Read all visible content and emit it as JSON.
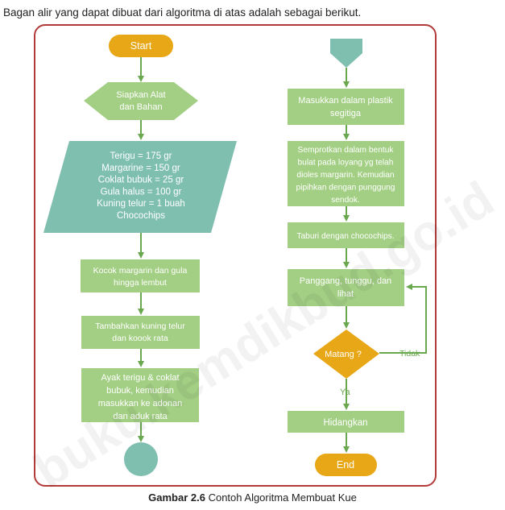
{
  "intro_text": "Bagan alir yang dapat dibuat dari algoritma di atas adalah sebagai berikut.",
  "caption": {
    "bold": "Gambar 2.6",
    "text": "Contoh Algoritma Membuat Kue"
  },
  "colors": {
    "frame": "#b33a3a",
    "green": "#a3cf84",
    "teal": "#7fbfb0",
    "orange": "#e8a716",
    "arrow": "#6aa84f"
  },
  "nodes": {
    "start": {
      "text": [
        "Start"
      ]
    },
    "prep": {
      "text": [
        "Siapkan Alat",
        "dan Bahan"
      ]
    },
    "ingredients": {
      "text": [
        "Terigu = 175 gr",
        "Margarine = 150 gr",
        "Coklat bubuk = 25 gr",
        "Gula halus = 100 gr",
        "Kuning telur = 1 buah",
        "Chocochips"
      ]
    },
    "mix": {
      "text": [
        "Kocok margarin dan gula",
        "hingga lembut"
      ]
    },
    "egg": {
      "text": [
        "Tambahkan kuning telur",
        "dan koook rata"
      ]
    },
    "sift": {
      "text": [
        "Ayak terigu & coklat",
        "bubuk, kemudian",
        "masukkan ke adonan",
        "dan aduk rata"
      ]
    },
    "bag": {
      "text": [
        "Masukkan dalam plastik",
        "segitiga"
      ]
    },
    "pipe": {
      "text": [
        "Semprotkan dalam bentuk",
        "bulat pada loyang yg telah",
        "dioles margarin. Kemudian",
        "pipihkan dengan punggung",
        "sendok."
      ]
    },
    "sprinkle": {
      "text": [
        "Taburi dengan chocochips."
      ]
    },
    "bake": {
      "text": [
        "Panggang, tunggu, dan",
        "lihat"
      ]
    },
    "decision": {
      "text": [
        "Matang ?"
      ]
    },
    "serve": {
      "text": [
        "Hidangkan"
      ]
    },
    "end": {
      "text": [
        "End"
      ]
    }
  },
  "edge_labels": {
    "no": "Tidak",
    "yes": "Ya"
  },
  "watermark": "buku.kemdikbud.go.id"
}
